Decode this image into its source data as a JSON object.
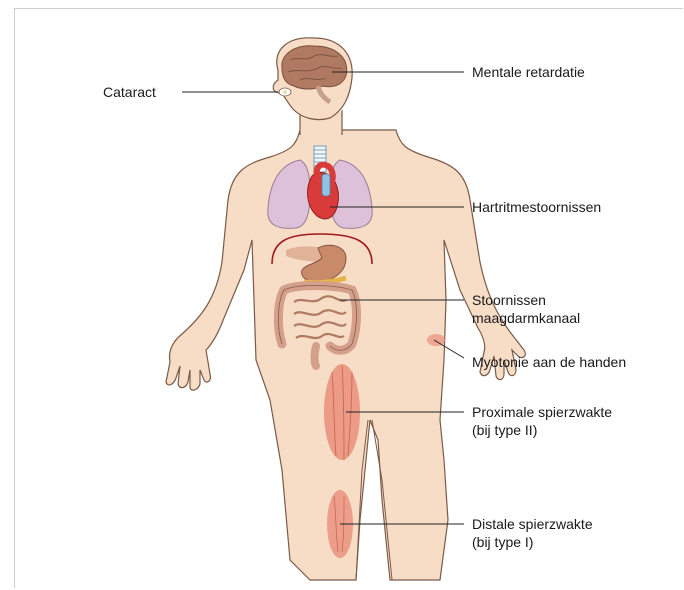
{
  "figure": {
    "labels": {
      "cataract": "Cataract",
      "mental": "Mentale retardatie",
      "heart": "Hartritmestoornissen",
      "gi_line1": "Stoornissen",
      "gi_line2": "maagdarmkanaal",
      "myotonia": "Myotonie aan de handen",
      "proximal_line1": "Proximale spierzwakte",
      "proximal_line2": "(bij type II)",
      "distal_line1": "Distale spierzwakte",
      "distal_line2": "(bij type I)"
    },
    "colors": {
      "skin": "#f7dcc6",
      "outline": "#7a5a48",
      "brain": "#b07a62",
      "lung": "#dcc1d8",
      "heart": "#d93a3a",
      "vessel_blue": "#8fc3e3",
      "stomach": "#c98a6a",
      "intestine": "#d4a08c",
      "muscle": "#e98f7a",
      "liver_line": "#c41e1e",
      "leader_line": "#222222"
    }
  }
}
